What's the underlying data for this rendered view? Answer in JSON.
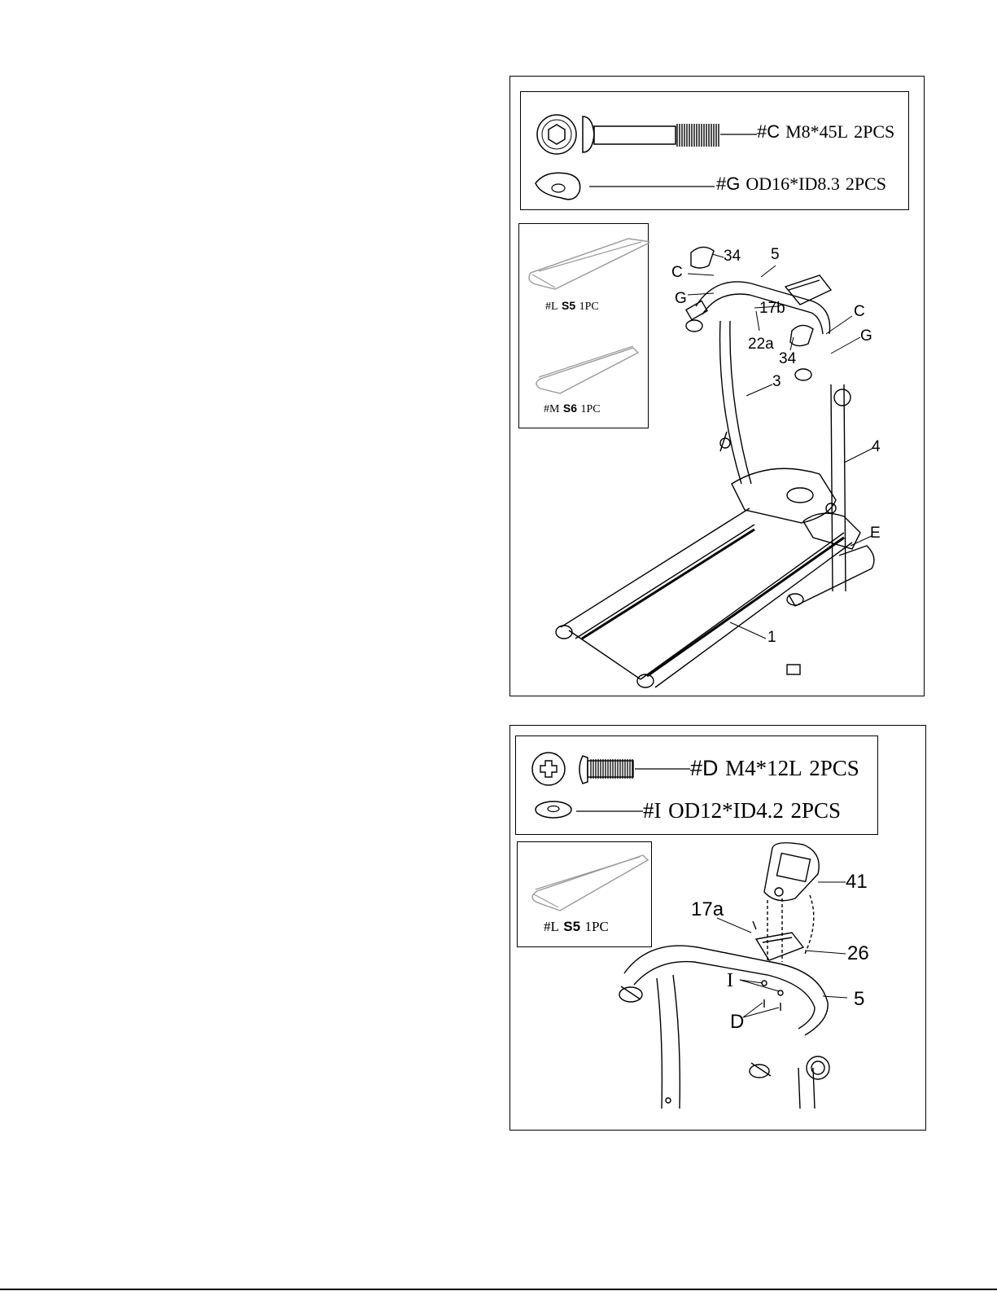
{
  "step1": {
    "hardware": [
      {
        "code": "#C",
        "spec": "M8*45L",
        "qty": "2PCS"
      },
      {
        "code": "#G",
        "spec": "OD16*ID8.3",
        "qty": "2PCS"
      }
    ],
    "tools": [
      {
        "code": "#L",
        "size": "S5",
        "qty": "1PC"
      },
      {
        "code": "#M",
        "size": "S6",
        "qty": "1PC"
      }
    ],
    "callouts": {
      "p34a": "34",
      "p5": "5",
      "c1": "C",
      "g1": "G",
      "p17b": "17b",
      "c2": "C",
      "p22a": "22a",
      "g2": "G",
      "p34b": "34",
      "p3": "3",
      "p4": "4",
      "e": "E",
      "p1": "1"
    }
  },
  "step2": {
    "hardware": [
      {
        "code": "#D",
        "spec": "M4*12L",
        "qty": "2PCS"
      },
      {
        "code": "#I",
        "spec": "OD12*ID4.2",
        "qty": "2PCS"
      }
    ],
    "tools": [
      {
        "code": "#L",
        "size": "S5",
        "qty": "1PC"
      }
    ],
    "callouts": {
      "p41": "41",
      "p17a": "17a",
      "p26": "26",
      "i": "I",
      "p5": "5",
      "d": "D"
    }
  }
}
